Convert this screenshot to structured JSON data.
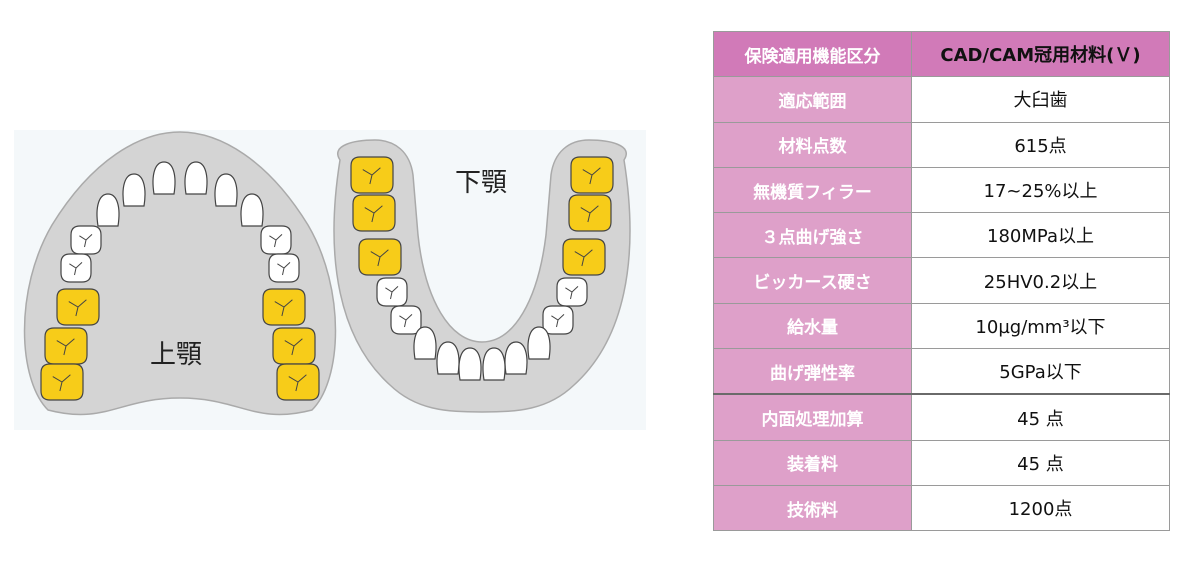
{
  "diagram": {
    "upper_jaw_label": "上顎",
    "lower_jaw_label": "下顎",
    "colors": {
      "gum": "#d4d4d4",
      "gum_outline": "#aaaaaa",
      "tooth_white": "#ffffff",
      "tooth_yellow": "#f7cc19",
      "tooth_outline": "#444444",
      "background_band": "#f4f8fa"
    },
    "upper_teeth": [
      {
        "type": "incisor",
        "color": "white"
      },
      {
        "type": "incisor",
        "color": "white"
      },
      {
        "type": "incisor",
        "color": "white"
      },
      {
        "type": "incisor",
        "color": "white"
      },
      {
        "type": "incisor",
        "color": "white"
      },
      {
        "type": "incisor",
        "color": "white"
      },
      {
        "type": "premolar",
        "color": "white"
      },
      {
        "type": "premolar",
        "color": "white"
      },
      {
        "type": "premolar",
        "color": "white"
      },
      {
        "type": "premolar",
        "color": "white"
      },
      {
        "type": "molar",
        "color": "yellow"
      },
      {
        "type": "molar",
        "color": "yellow"
      },
      {
        "type": "molar",
        "color": "yellow"
      },
      {
        "type": "molar",
        "color": "yellow"
      },
      {
        "type": "molar",
        "color": "yellow"
      },
      {
        "type": "molar",
        "color": "yellow"
      }
    ],
    "lower_teeth": [
      {
        "type": "molar",
        "color": "yellow"
      },
      {
        "type": "molar",
        "color": "yellow"
      },
      {
        "type": "molar",
        "color": "yellow"
      },
      {
        "type": "molar",
        "color": "yellow"
      },
      {
        "type": "molar",
        "color": "yellow"
      },
      {
        "type": "molar",
        "color": "yellow"
      },
      {
        "type": "premolar",
        "color": "white"
      },
      {
        "type": "premolar",
        "color": "white"
      },
      {
        "type": "premolar",
        "color": "white"
      },
      {
        "type": "premolar",
        "color": "white"
      },
      {
        "type": "incisor",
        "color": "white"
      },
      {
        "type": "incisor",
        "color": "white"
      },
      {
        "type": "incisor",
        "color": "white"
      },
      {
        "type": "incisor",
        "color": "white"
      },
      {
        "type": "incisor",
        "color": "white"
      },
      {
        "type": "incisor",
        "color": "white"
      }
    ]
  },
  "table": {
    "header": {
      "label": "保険適用機能区分",
      "value": "CAD/CAM冠用材料(Ｖ)"
    },
    "rows": [
      {
        "label": "適応範囲",
        "value": "大臼歯"
      },
      {
        "label": "材料点数",
        "value": "615点"
      },
      {
        "label": "無機質フィラー",
        "value": "17~25%以上"
      },
      {
        "label": "３点曲げ強さ",
        "value": "180MPa以上"
      },
      {
        "label": "ビッカース硬さ",
        "value": "25HV0.2以上"
      },
      {
        "label": "給水量",
        "value": "10µg/mm³以下"
      },
      {
        "label": "曲げ弾性率",
        "value": "5GPa以下"
      },
      {
        "label": "内面処理加算",
        "value": "45 点"
      },
      {
        "label": "装着料",
        "value": "45 点"
      },
      {
        "label": "技術料",
        "value": "1200点"
      }
    ],
    "colors": {
      "header_bg": "#d17ab8",
      "label_bg": "#dea0c9",
      "label_text": "#ffffff",
      "border": "#9a9a9a"
    }
  }
}
